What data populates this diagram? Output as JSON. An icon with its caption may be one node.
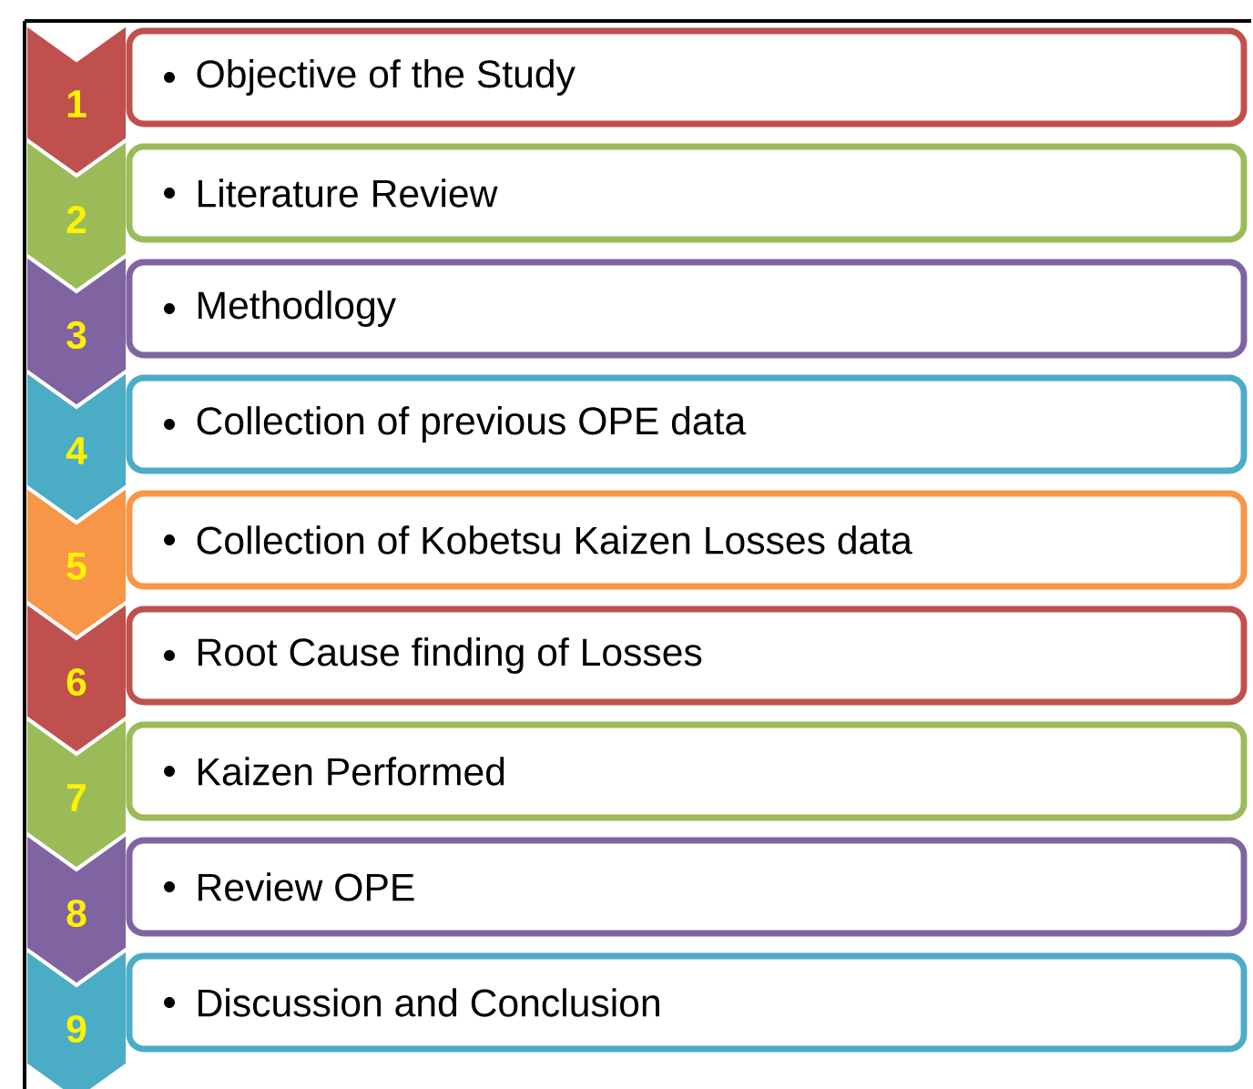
{
  "diagram": {
    "nodes": [
      {
        "text": [
          "1"
        ]
      },
      {
        "text": [
          "Objective of the Study"
        ]
      },
      {
        "text": [
          "2"
        ]
      },
      {
        "text": [
          "Literature Review"
        ]
      },
      {
        "text": [
          "3"
        ]
      },
      {
        "text": [
          "Methodlogy"
        ]
      },
      {
        "text": [
          "4"
        ]
      },
      {
        "text": [
          "Collection of previous OPE data"
        ]
      },
      {
        "text": [
          "5"
        ]
      },
      {
        "text": [
          "Collection of Kobetsu Kaizen Losses data"
        ]
      },
      {
        "text": [
          "6"
        ]
      },
      {
        "text": [
          "Root Cause finding of Losses"
        ]
      },
      {
        "text": [
          "7"
        ]
      },
      {
        "text": [
          "Kaizen Performed"
        ]
      },
      {
        "text": [
          "8"
        ]
      },
      {
        "text": [
          "Review OPE"
        ]
      },
      {
        "text": [
          "9"
        ]
      },
      {
        "text": [
          "Discussion and Conclusion"
        ]
      }
    ]
  }
}
